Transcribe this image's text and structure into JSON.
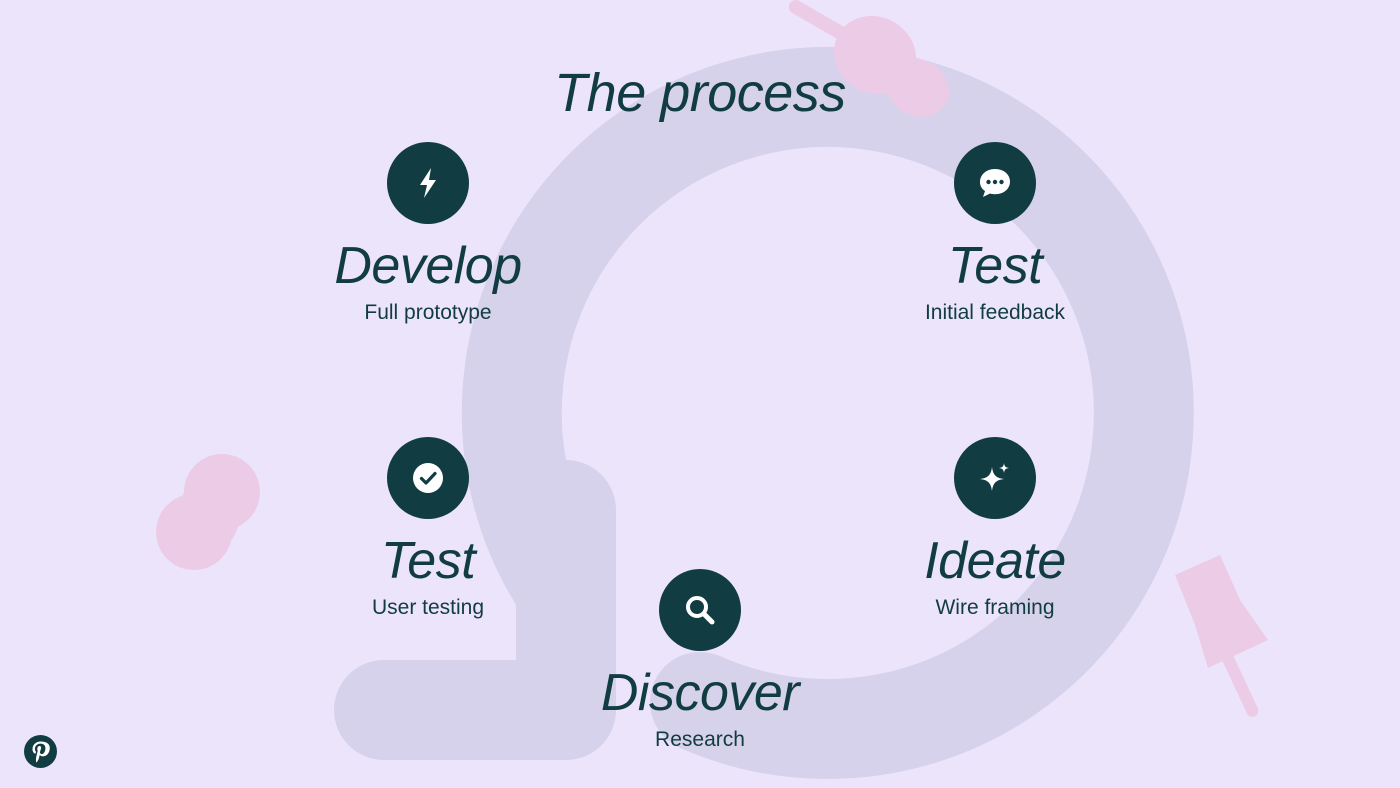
{
  "title": "The process",
  "colors": {
    "background": "#ece4fb",
    "ring": "#d6d2ec",
    "ink": "#113c42",
    "pin": "#eccbe6"
  },
  "steps": [
    {
      "id": "develop",
      "title": "Develop",
      "subtitle": "Full prototype",
      "icon": "lightning-icon"
    },
    {
      "id": "test-feedback",
      "title": "Test",
      "subtitle": "Initial feedback",
      "icon": "chat-bubble-icon"
    },
    {
      "id": "test-user",
      "title": "Test",
      "subtitle": "User testing",
      "icon": "checkmark-icon"
    },
    {
      "id": "ideate",
      "title": "Ideate",
      "subtitle": "Wire framing",
      "icon": "sparkle-icon"
    },
    {
      "id": "discover",
      "title": "Discover",
      "subtitle": "Research",
      "icon": "search-icon"
    }
  ],
  "logo": "pinterest-logo-icon"
}
